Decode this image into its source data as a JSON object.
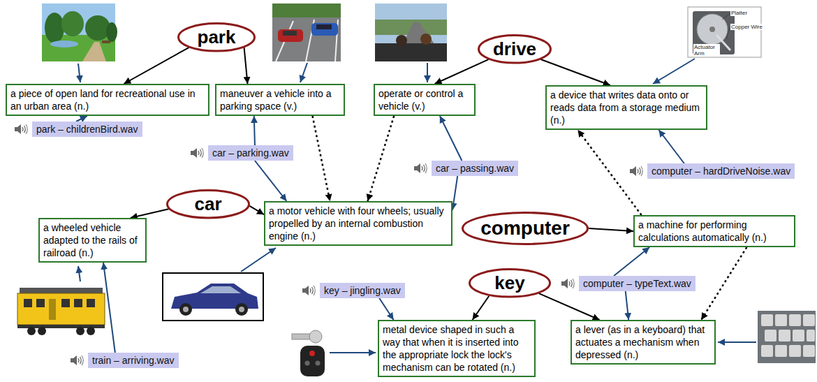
{
  "diagram": {
    "nodes": [
      {
        "text": [
          "park"
        ]
      },
      {
        "text": [
          "drive"
        ]
      },
      {
        "text": [
          "a piece of open land for recreational use in an urban area (n.)"
        ]
      },
      {
        "text": [
          "maneuver a vehicle into a parking space (v.)"
        ]
      },
      {
        "text": [
          "operate or control a vehicle (v.)"
        ]
      },
      {
        "text": [
          "a device that writes data onto or reads data from a storage medium (n.)"
        ]
      },
      {
        "text": [
          "park – childrenBird.wav"
        ]
      },
      {
        "text": [
          "car – parking.wav"
        ]
      },
      {
        "text": [
          "car – passing.wav"
        ]
      },
      {
        "text": [
          "computer – hardDriveNoise.wav"
        ]
      },
      {
        "text": [
          "car"
        ]
      },
      {
        "text": [
          "a wheeled vehicle adapted to the rails of railroad (n.)"
        ]
      },
      {
        "text": [
          "a motor vehicle with four wheels; usually propelled by an internal combustion engine (n.)"
        ]
      },
      {
        "text": [
          "computer"
        ]
      },
      {
        "text": [
          "a machine for performing calculations automatically (n.)"
        ]
      },
      {
        "text": [
          "key"
        ]
      },
      {
        "text": [
          "key – jingling.wav"
        ]
      },
      {
        "text": [
          "computer – typeText.wav"
        ]
      },
      {
        "text": [
          "train – arriving.wav"
        ]
      },
      {
        "text": [
          "metal device shaped in such a way that when it is inserted into the appropriate lock the lock's mechanism can be rotated (n.)"
        ]
      },
      {
        "text": [
          "a lever (as in a keyboard) that actuates a mechanism when depressed (n.)"
        ]
      }
    ],
    "edges": [
      {
        "from": 0,
        "to": 2,
        "arrow": "to"
      },
      {
        "from": 0,
        "to": 3,
        "arrow": "to"
      },
      {
        "from": 1,
        "to": 4,
        "arrow": "to"
      },
      {
        "from": 1,
        "to": 5,
        "arrow": "to"
      },
      {
        "from": 10,
        "to": 11,
        "arrow": "to"
      },
      {
        "from": 10,
        "to": 12,
        "arrow": "to"
      },
      {
        "from": 13,
        "to": 14,
        "arrow": "to"
      },
      {
        "from": 15,
        "to": 19,
        "arrow": "to"
      },
      {
        "from": 15,
        "to": 20,
        "arrow": "to"
      },
      {
        "from": 6,
        "to": 2,
        "arrow": "to"
      },
      {
        "from": 7,
        "to": 3,
        "arrow": "to"
      },
      {
        "from": 7,
        "to": 12,
        "arrow": "to"
      },
      {
        "from": 8,
        "to": 4,
        "arrow": "to"
      },
      {
        "from": 8,
        "to": 12,
        "arrow": "to"
      },
      {
        "from": 9,
        "to": 5,
        "arrow": "to"
      },
      {
        "from": 16,
        "to": 19,
        "arrow": "to"
      },
      {
        "from": 17,
        "to": 14,
        "arrow": "to"
      },
      {
        "from": 17,
        "to": 20,
        "arrow": "to"
      },
      {
        "from": 18,
        "to": 11,
        "arrow": "to"
      },
      {
        "from": 3,
        "to": 12,
        "arrow": "to"
      },
      {
        "from": 4,
        "to": 12,
        "arrow": "to"
      },
      {
        "from": 14,
        "to": 5,
        "arrow": "to"
      },
      {
        "from": 14,
        "to": 20,
        "arrow": "to"
      }
    ],
    "labels": [
      "Platter",
      "Copper Wire",
      "Actuator Arm"
    ]
  }
}
